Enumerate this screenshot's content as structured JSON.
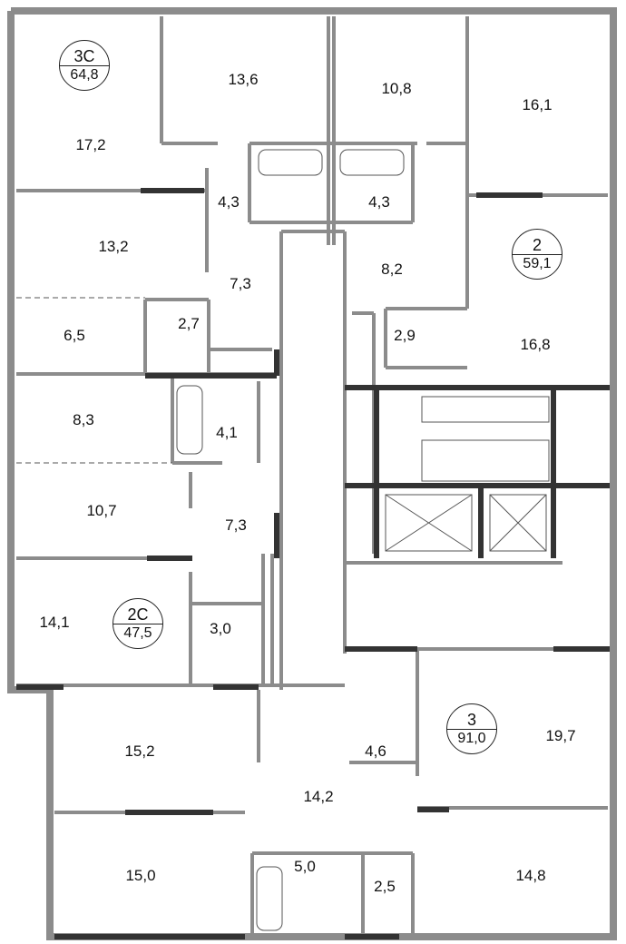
{
  "apartments": [
    {
      "type": "3С",
      "area": "64,8"
    },
    {
      "type": "2",
      "area": "59,1"
    },
    {
      "type": "2С",
      "area": "47,5"
    },
    {
      "type": "3",
      "area": "91,0"
    }
  ],
  "rooms": [
    "17,2",
    "13,6",
    "10,8",
    "16,1",
    "4,3",
    "4,3",
    "13,2",
    "7,3",
    "8,2",
    "6,5",
    "2,7",
    "2,9",
    "16,8",
    "8,3",
    "4,1",
    "10,7",
    "7,3",
    "14,1",
    "3,0",
    "4,6",
    "19,7",
    "15,2",
    "14,2",
    "15,0",
    "5,0",
    "2,5",
    "14,8"
  ],
  "colors": {
    "wall": "#8c8c8c",
    "wall_dark": "#333333"
  }
}
